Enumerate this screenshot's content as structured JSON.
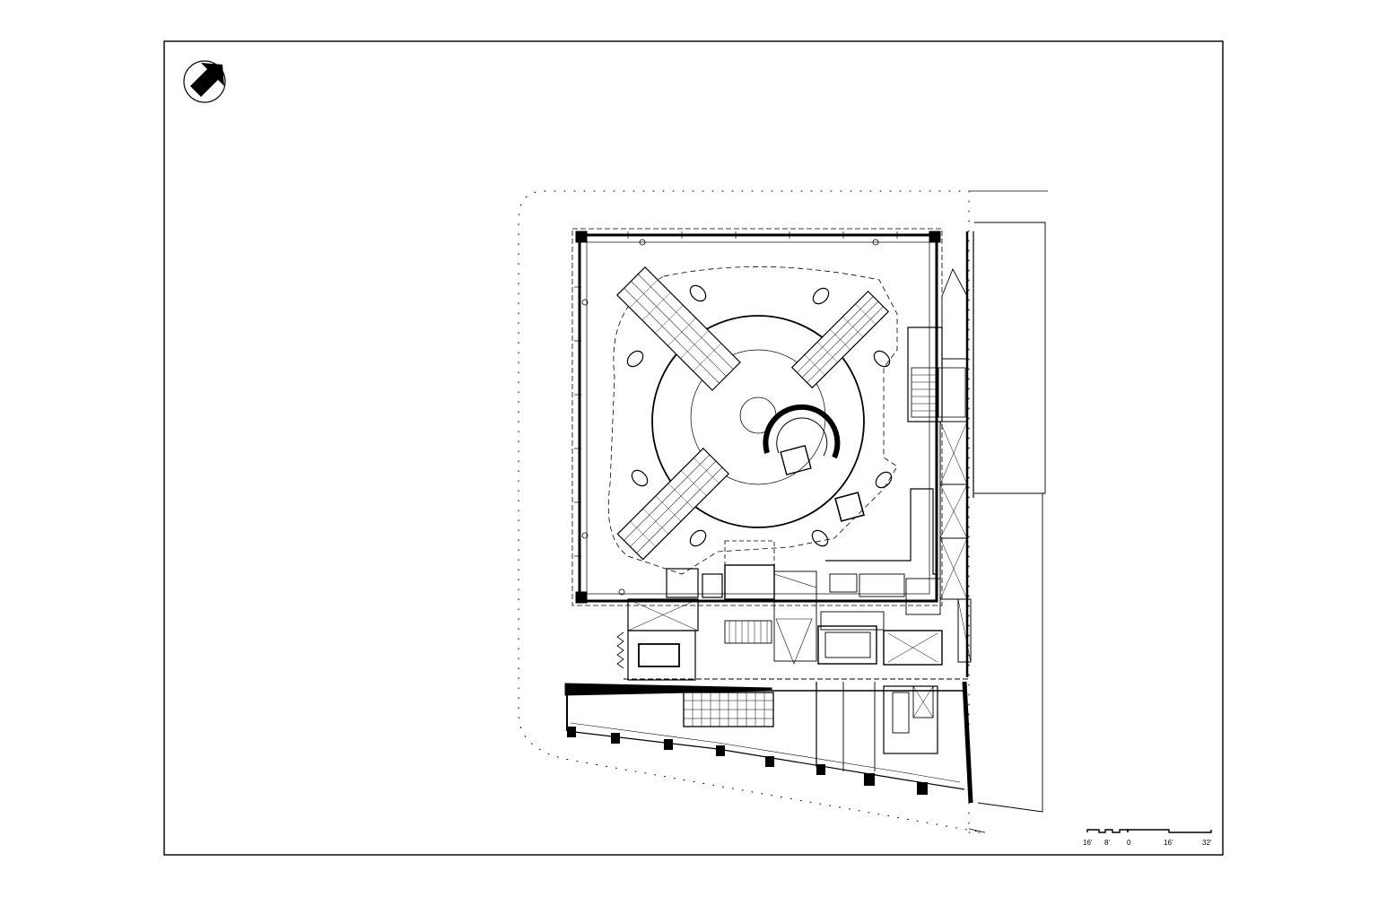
{
  "scale_bar": {
    "labels": [
      "16'",
      "8'",
      "0",
      "16'",
      "32'"
    ]
  },
  "icons": {
    "north_arrow": "north-arrow-icon"
  },
  "colors": {
    "ink": "#000000",
    "paper": "#ffffff"
  }
}
